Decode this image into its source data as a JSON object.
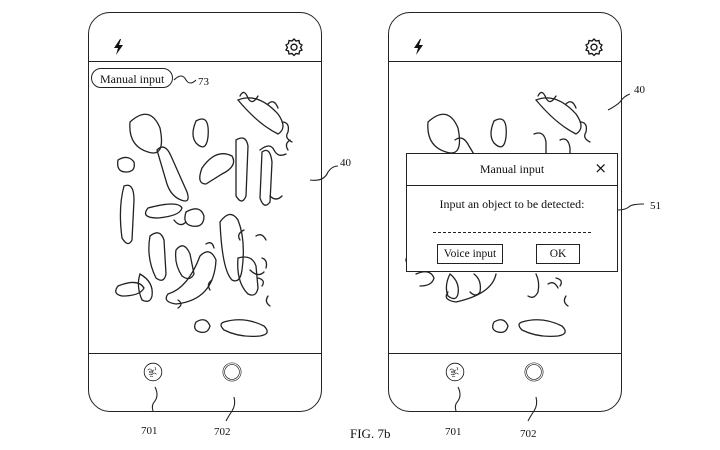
{
  "left_screen": {
    "manual_input_label": "Manual input",
    "ref_manual_input": "73",
    "ref_image": "40",
    "ref_gallery": "701",
    "ref_shutter": "702"
  },
  "right_screen": {
    "ref_image": "40",
    "ref_dialog": "51",
    "ref_gallery": "701",
    "ref_shutter": "702",
    "dialog": {
      "title": "Manual input",
      "close_symbol": "×",
      "prompt": "Input an object to be detected:",
      "voice_button": "Voice input",
      "ok_button": "OK"
    }
  },
  "figure_caption": "FIG. 7b",
  "icons": {
    "top_left": "flash-icon",
    "top_right": "settings-gear-icon",
    "bottom_left": "gallery-thumbnail-icon",
    "bottom_right": "shutter-button-icon"
  }
}
